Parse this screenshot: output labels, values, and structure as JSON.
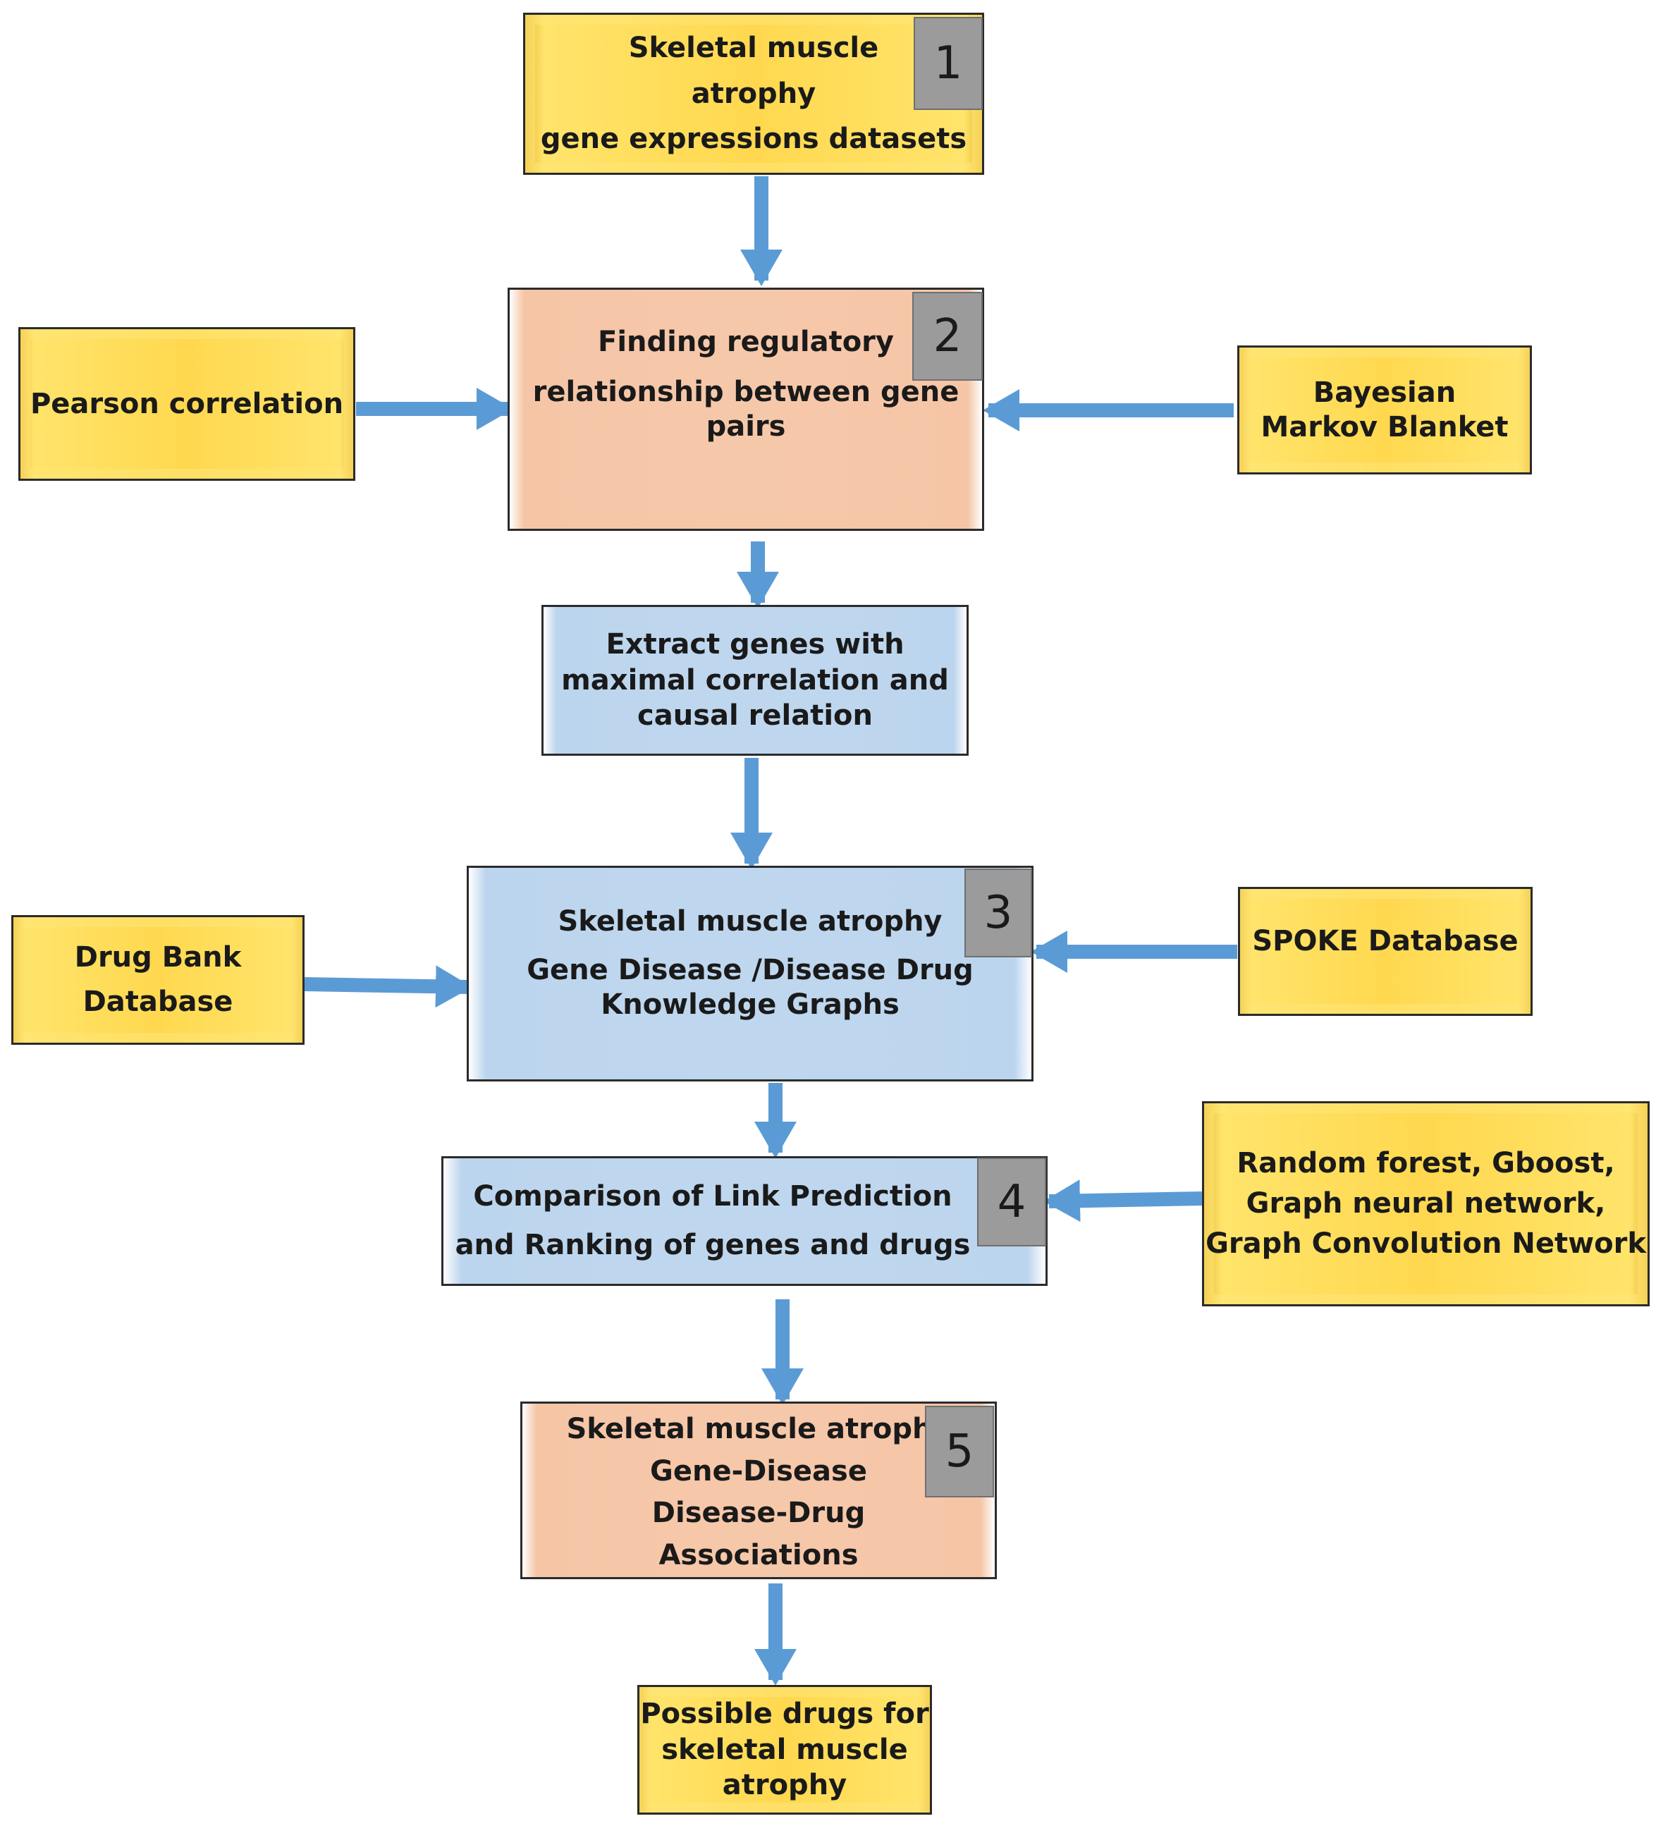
{
  "colors": {
    "arrow": "#5b9bd5",
    "yellow_box": "#ffd84f",
    "peach_box": "#f6c8aa",
    "blue_box": "#bfd7ee",
    "step_badge": "#9b9b9b"
  },
  "nodes": {
    "datasets": {
      "lines": [
        "Skeletal muscle",
        "atrophy",
        "gene expressions datasets"
      ],
      "step": "1"
    },
    "pearson": {
      "lines": [
        "Pearson correlation"
      ]
    },
    "regulatory": {
      "lines": [
        "Finding regulatory",
        "relationship between gene",
        "pairs"
      ],
      "step": "2"
    },
    "bayesian": {
      "lines": [
        "Bayesian",
        "Markov Blanket"
      ]
    },
    "extract": {
      "lines": [
        "Extract genes with",
        "maximal correlation and",
        "causal relation"
      ]
    },
    "drugbank": {
      "lines": [
        "Drug Bank",
        "Database"
      ]
    },
    "knowledge_graph": {
      "lines": [
        "Skeletal muscle atrophy",
        "Gene Disease /Disease Drug",
        "Knowledge Graphs"
      ],
      "step": "3"
    },
    "spoke": {
      "lines": [
        "SPOKE Database"
      ]
    },
    "link_prediction": {
      "lines": [
        "Comparison of Link Prediction",
        "and Ranking  of genes and drugs"
      ],
      "step": "4"
    },
    "models": {
      "lines": [
        "Random forest, Gboost,",
        "Graph neural network,",
        "Graph Convolution Network"
      ]
    },
    "associations": {
      "lines": [
        "Skeletal muscle atrophy",
        "Gene-Disease",
        "Disease-Drug",
        "Associations"
      ],
      "step": "5"
    },
    "possible_drugs": {
      "lines": [
        "Possible drugs for",
        "skeletal muscle",
        "atrophy"
      ]
    }
  }
}
